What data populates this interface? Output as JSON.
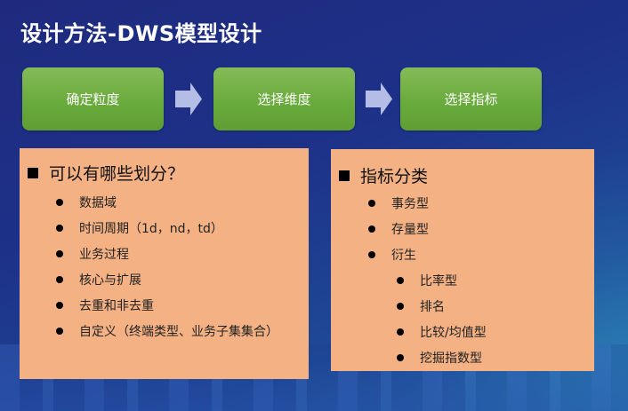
{
  "slide": {
    "title": "设计方法-DWS模型设计",
    "colors": {
      "background": "#1f2a7e",
      "step_box": "#6aab3d",
      "arrow": "#b4bde6",
      "panel": "#f3b184",
      "title_text": "#ffffff"
    }
  },
  "flow": {
    "steps": [
      {
        "label": "确定粒度"
      },
      {
        "label": "选择维度"
      },
      {
        "label": "选择指标"
      }
    ],
    "arrow_icon": "right-arrow-icon"
  },
  "left_panel": {
    "heading": "可以有哪些划分？",
    "items": [
      {
        "label": "数据域"
      },
      {
        "label": "时间周期（1d，nd，td）"
      },
      {
        "label": "业务过程"
      },
      {
        "label": "核心与扩展"
      },
      {
        "label": "去重和非去重"
      },
      {
        "label": "自定义（终端类型、业务子集集合）"
      }
    ]
  },
  "right_panel": {
    "heading": "指标分类",
    "items": [
      {
        "label": "事务型"
      },
      {
        "label": "存量型"
      },
      {
        "label": "衍生"
      }
    ],
    "sub_items": [
      {
        "label": "比率型"
      },
      {
        "label": "排名"
      },
      {
        "label": "比较/均值型"
      },
      {
        "label": "挖掘指数型"
      }
    ]
  }
}
